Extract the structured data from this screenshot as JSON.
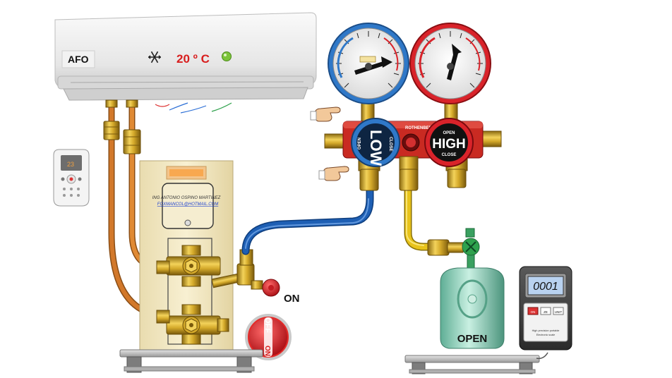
{
  "indoor_unit": {
    "brand_label": "AFO",
    "display_temp": "20 º C",
    "snow_icon": "snowflake-icon",
    "led_color": "#7cc43a"
  },
  "outdoor_unit": {
    "author": "ING ANTONIO OSPINO MARTINEZ",
    "email": "FOXMANCOL@HOTMAIL.COM"
  },
  "manifold": {
    "brand": "ROTHENBERGER",
    "low_label": "LOW",
    "high_label": "HIGH",
    "low_open": "OPEN",
    "low_close": "CLOSE",
    "high_open": "OPEN",
    "high_close": "CLOSE"
  },
  "valves": {
    "service_valve_state": "ON",
    "switch_off": "OFF",
    "switch_on": "ON"
  },
  "tank": {
    "state": "OPEN"
  },
  "scale": {
    "reading": "0001",
    "caption_line1": "High precision portable",
    "caption_line2": "Electronic scale",
    "btn1": "ON",
    "btn2": "ZE",
    "btn3": "UNIT"
  },
  "remote": {
    "display": "23"
  },
  "colors": {
    "low_gauge": "#2f78c8",
    "high_gauge": "#d9232a",
    "hose_blue": "#1e5fb4",
    "hose_yellow": "#e8c31a",
    "copper": "#d2782a",
    "tank_green": "#9dd8c4"
  }
}
